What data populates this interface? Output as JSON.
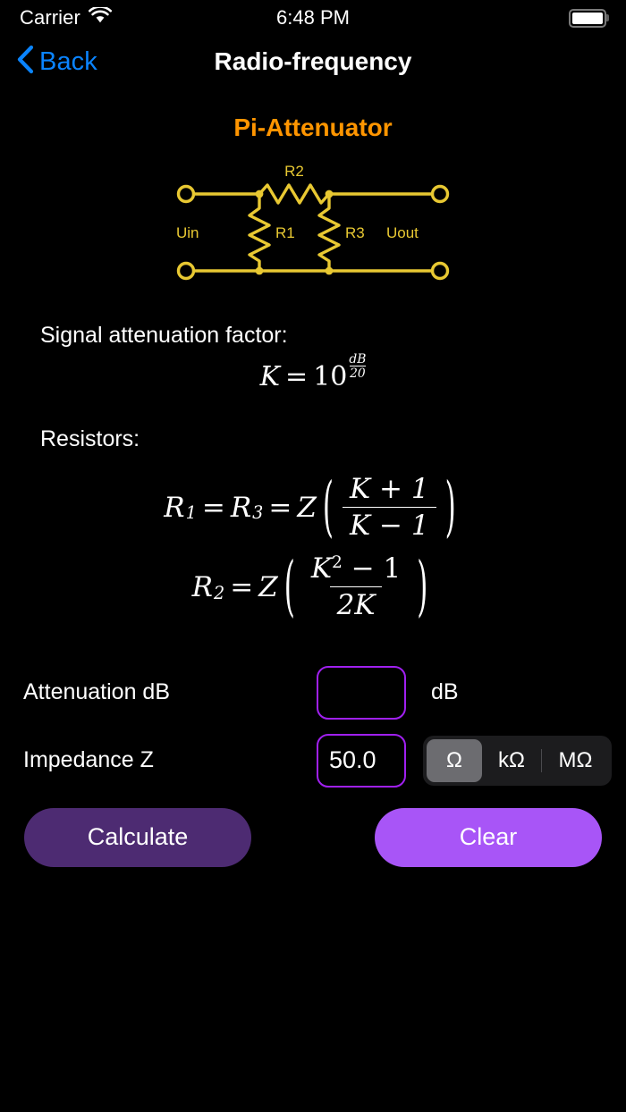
{
  "status_bar": {
    "carrier": "Carrier",
    "time": "6:48 PM",
    "wifi_icon": "wifi-icon",
    "battery_icon": "battery-full-icon"
  },
  "nav_bar": {
    "back_label": "Back",
    "back_icon": "chevron-left-icon",
    "title": "Radio-frequency"
  },
  "page": {
    "heading": "Pi-Attenuator"
  },
  "circuit": {
    "name": "pi-attenuator-schematic",
    "color": "#e8c832",
    "labels": {
      "uin": "Uin",
      "uout": "Uout",
      "r1": "R1",
      "r2": "R2",
      "r3": "R3"
    }
  },
  "formulas": {
    "attenuation_label": "Signal attenuation factor:",
    "k_formula": {
      "lhs": "K",
      "eq": "=",
      "base": "10",
      "exp_num": "dB",
      "exp_den": "20",
      "plain": "K = 10^(dB/20)"
    },
    "resistors_label": "Resistors:",
    "r13_formula": {
      "r1": "R",
      "r1_sub": "1",
      "eq1": "=",
      "r3": "R",
      "r3_sub": "3",
      "eq2": "=",
      "z": "Z",
      "num": "K + 1",
      "den": "K − 1",
      "plain": "R1 = R3 = Z((K+1)/(K-1))"
    },
    "r2_formula": {
      "r2": "R",
      "r2_sub": "2",
      "eq": "=",
      "z": "Z",
      "num_base": "K",
      "num_exp": "2",
      "num_rest": "− 1",
      "den": "2K",
      "plain": "R2 = Z((K^2-1)/(2K))"
    }
  },
  "inputs": {
    "attenuation": {
      "label": "Attenuation dB",
      "value": "",
      "placeholder": "",
      "unit": "dB"
    },
    "impedance": {
      "label": "Impedance Z",
      "value": "50.0",
      "placeholder": "",
      "units": [
        {
          "label": "Ω",
          "selected": true
        },
        {
          "label": "kΩ",
          "selected": false
        },
        {
          "label": "MΩ",
          "selected": false
        }
      ]
    }
  },
  "actions": {
    "calculate_label": "Calculate",
    "clear_label": "Clear",
    "calculate_color": "#4d2b72",
    "clear_color": "#a855f7"
  }
}
